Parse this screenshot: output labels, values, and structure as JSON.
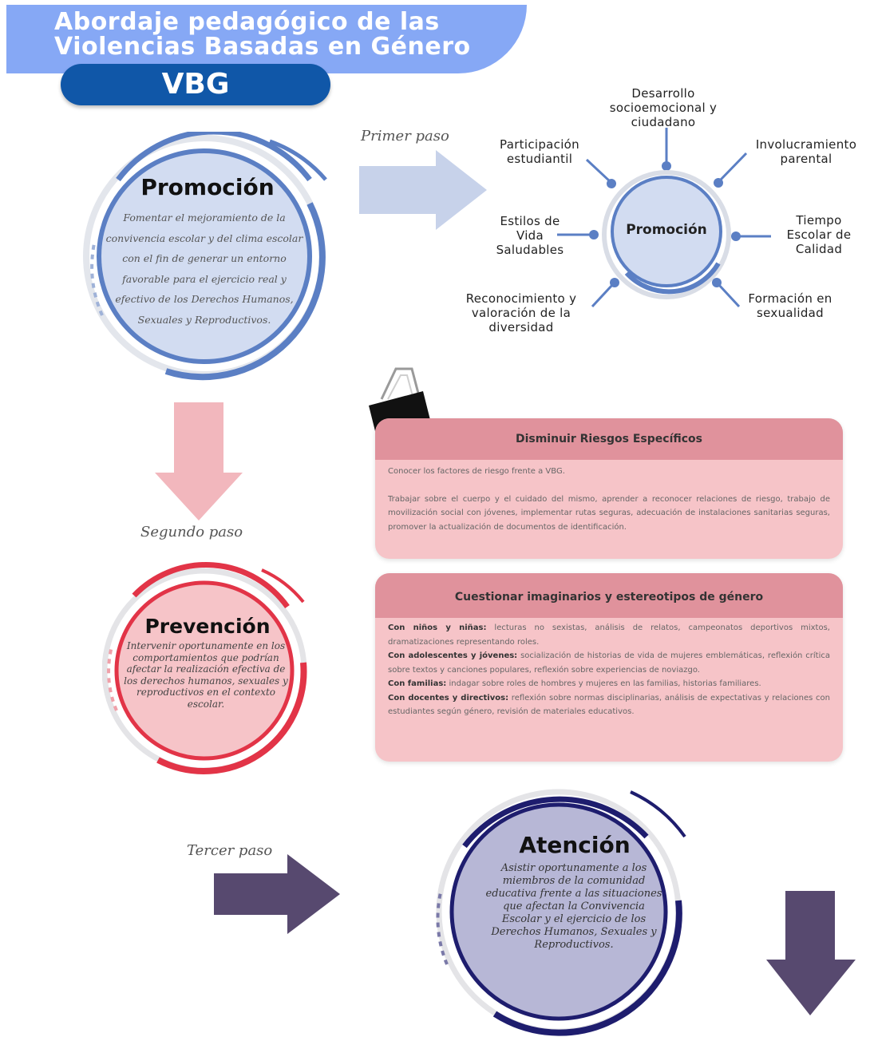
{
  "header": {
    "title_line1": "Abordaje pedagógico de las",
    "title_line2": "Violencias Basadas en Género",
    "badge": "VBG"
  },
  "promocion": {
    "title": "Promoción",
    "description": "Fomentar el mejoramiento de la convivencia escolar y del clima escolar con el fin de generar un entorno favorable para el ejercicio real y efectivo de los Derechos Humanos, Sexuales y Reproductivos."
  },
  "step1": {
    "label": "Primer paso",
    "center": "Promoción",
    "nodes": {
      "desarrollo": "Desarrollo socioemocional y ciudadano",
      "participacion": "Participación estudiantil",
      "involucramiento": "Involucramiento parental",
      "estilos": "Estilos de Vida Saludables",
      "tiempo": "Tiempo Escolar de Calidad",
      "reconocimiento": "Reconocimiento y valoración de la diversidad",
      "formacion": "Formación en sexualidad"
    }
  },
  "step2": {
    "label": "Segundo paso",
    "title": "Prevención",
    "description": "Intervenir oportunamente en los comportamientos que podrían afectar la realización efectiva de los derechos humanos, sexuales y reproductivos en el contexto escolar."
  },
  "box1": {
    "title": "Disminuir Riesgos Específicos",
    "p1": "Conocer los factores de riesgo frente a VBG.",
    "p2": "Trabajar sobre el cuerpo y el cuidado del mismo, aprender a reconocer relaciones de riesgo, trabajo de movilización social con jóvenes, implementar rutas seguras, adecuación de instalaciones sanitarias seguras, promover la actualización de documentos de identificación."
  },
  "box2": {
    "title": "Cuestionar imaginarios y estereotipos de género",
    "items": [
      {
        "label": "Con niños y niñas:",
        "text": " lecturas no sexistas, análisis de relatos, campeonatos deportivos mixtos, dramatizaciones representando roles."
      },
      {
        "label": "Con adolescentes y jóvenes:",
        "text": " socialización de historias de vida de mujeres emblemáticas, reflexión crítica sobre textos y canciones populares, reflexión sobre experiencias de noviazgo."
      },
      {
        "label": "Con familias:",
        "text": " indagar sobre roles de hombres y mujeres en las familias, historias familiares."
      },
      {
        "label": "Con docentes y directivos:",
        "text": " reflexión sobre normas disciplinarias, análisis de expectativas y relaciones con estudiantes según género, revisión de materiales educativos."
      }
    ]
  },
  "step3": {
    "label": "Tercer paso",
    "title": "Atención",
    "description": "Asistir oportunamente a los miembros de la comunidad educativa frente a las situaciones que afectan la Convivencia Escolar y el ejercicio de los Derechos Humanos, Sexuales y Reproductivos."
  },
  "colors": {
    "header_banner": "#86a8f5",
    "header_pill": "#1057a8",
    "promocion": "#5b7fc4",
    "prevencion": "#e23447",
    "atencion": "#1e1d6e",
    "pink_box": "#f6c4c8",
    "pink_head": "#e0929c",
    "arrow_purple": "#57496f"
  }
}
